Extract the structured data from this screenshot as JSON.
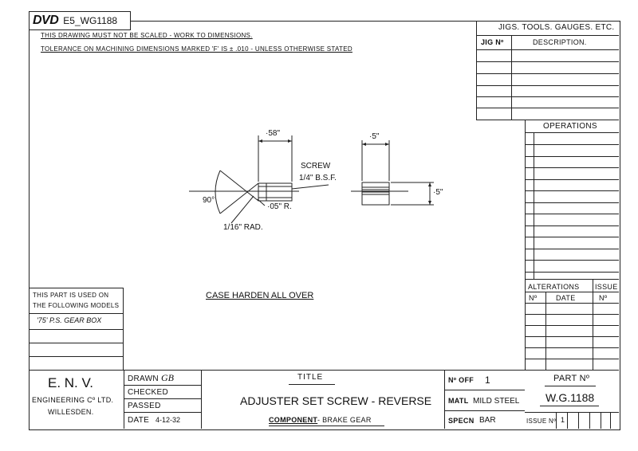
{
  "header": {
    "logo": "DVD",
    "file_id": "E5_WG1188"
  },
  "notes": {
    "line1": "This drawing must not be scaled - work to dimensions.",
    "line2": "Tolerance on machining dimensions marked 'f' is ± .010 - unless otherwise stated"
  },
  "jigs": {
    "title": "Jigs. Tools. Gauges. Etc.",
    "col_jig": "Jig Nº",
    "col_desc": "Description."
  },
  "operations": {
    "title": "Operations"
  },
  "alterations": {
    "title": "Alterations",
    "issue": "Issue",
    "col_no": "Nº",
    "col_date": "Date",
    "col_issue_no": "Nº"
  },
  "models": {
    "line1": "This part is used on",
    "line2": "the following models",
    "model1": "'75' P.S. Gear Box"
  },
  "drawing": {
    "dim_058": "·58\"",
    "dim_05": "·5\"",
    "dim_05_vert": "·5\"",
    "screw": "SCREW",
    "screw_spec": "1/4\" B.S.F.",
    "angle": "90°",
    "radius": "·05\" R.",
    "rad_small": "1/16\" RAD.",
    "note": "CASE HARDEN ALL OVER"
  },
  "title_block": {
    "company": "E. N. V.",
    "company2": "Engineering Cº Ltd.",
    "company3": "Willesden.",
    "drawn_label": "Drawn",
    "drawn_value": "GB",
    "checked_label": "Checked",
    "passed_label": "Passed",
    "date_label": "Date",
    "date_value": "4-12-32",
    "title_label": "TITLE",
    "title_value": "ADJUSTER SET SCREW - REVERSE",
    "component_label": "COMPONENT",
    "component_value": "- BRAKE GEAR",
    "no_off_label": "Nº OFF",
    "no_off_value": "1",
    "matl_label": "Matl",
    "matl_value": "MILD STEEL",
    "spec_label": "Specn",
    "spec_value": "BAR",
    "part_no_label": "Part Nº",
    "part_no_value": "W.G.1188",
    "issue_no_label": "Issue Nº",
    "issue_no_value": "1"
  }
}
